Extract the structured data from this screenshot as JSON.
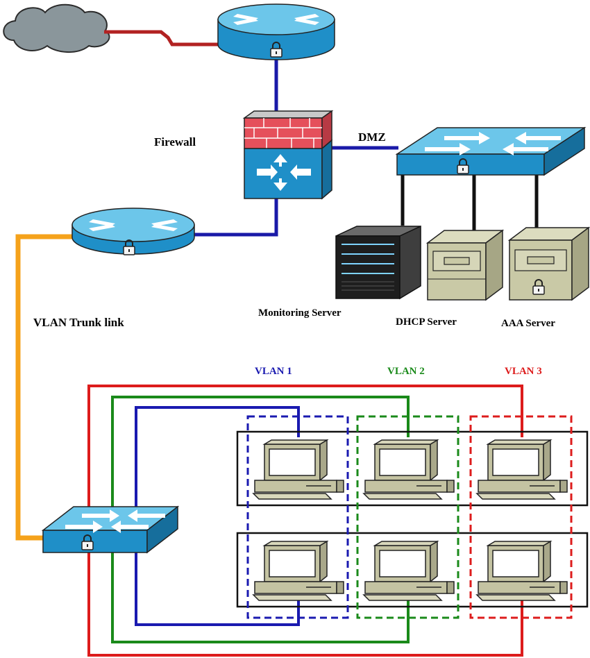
{
  "labels": {
    "firewall": "Firewall",
    "dmz": "DMZ",
    "vlan_trunk": "VLAN Trunk link",
    "monitoring_server": "Monitoring Server",
    "dhcp_server": "DHCP Server",
    "aaa_server": "AAA Server",
    "vlan1": "VLAN 1",
    "vlan2": "VLAN 2",
    "vlan3": "VLAN 3"
  },
  "colors": {
    "cloud": "#8a969b",
    "wan_link": "#b22222",
    "uplink": "#1a1aa8",
    "trunk": "#f5a21b",
    "device_blue": "#1f8fc8",
    "device_top": "#6cc6ea",
    "firewall_brick": "#e5505b",
    "vlan1": "#1a1ab0",
    "vlan2": "#1a8a1a",
    "vlan3": "#dd1c1c",
    "server_beige": "#c9c9a6",
    "pc_beige": "#c4c3a2"
  },
  "icons": [
    "cloud-icon",
    "router-icon",
    "firewall-icon",
    "switch-icon",
    "server-tower-icon",
    "server-cabinet-icon",
    "lock-icon",
    "pc-icon"
  ]
}
